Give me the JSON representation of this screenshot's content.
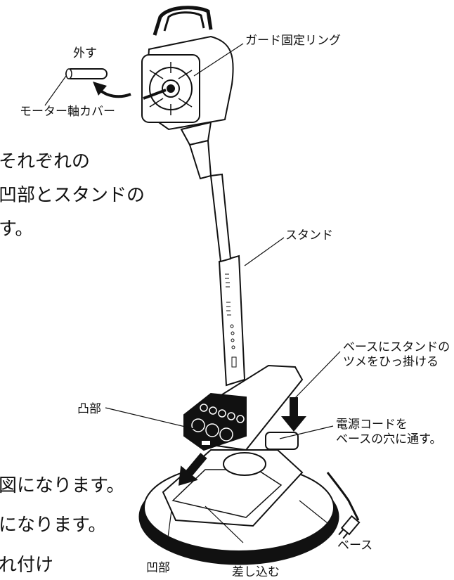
{
  "labels": {
    "remove": "外す",
    "motor_shaft_cover": "モーター軸カバー",
    "guard_ring": "ガード固定リング",
    "stand": "スタンド",
    "hook_line1": "ベースにスタンドの",
    "hook_line2": "ツメをひっ掛ける",
    "protrusion": "凸部",
    "cord_line1": "電源コードを",
    "cord_line2": "ベースの穴に通す。",
    "recess": "凹部",
    "insert": "差し込む",
    "base": "ベース"
  },
  "text_fragments": {
    "line1": "それぞれの",
    "line2": "凹部とスタンドの",
    "line3": "す。",
    "line4": "図になります。",
    "line5": "になります。",
    "line6": "れ付け"
  }
}
